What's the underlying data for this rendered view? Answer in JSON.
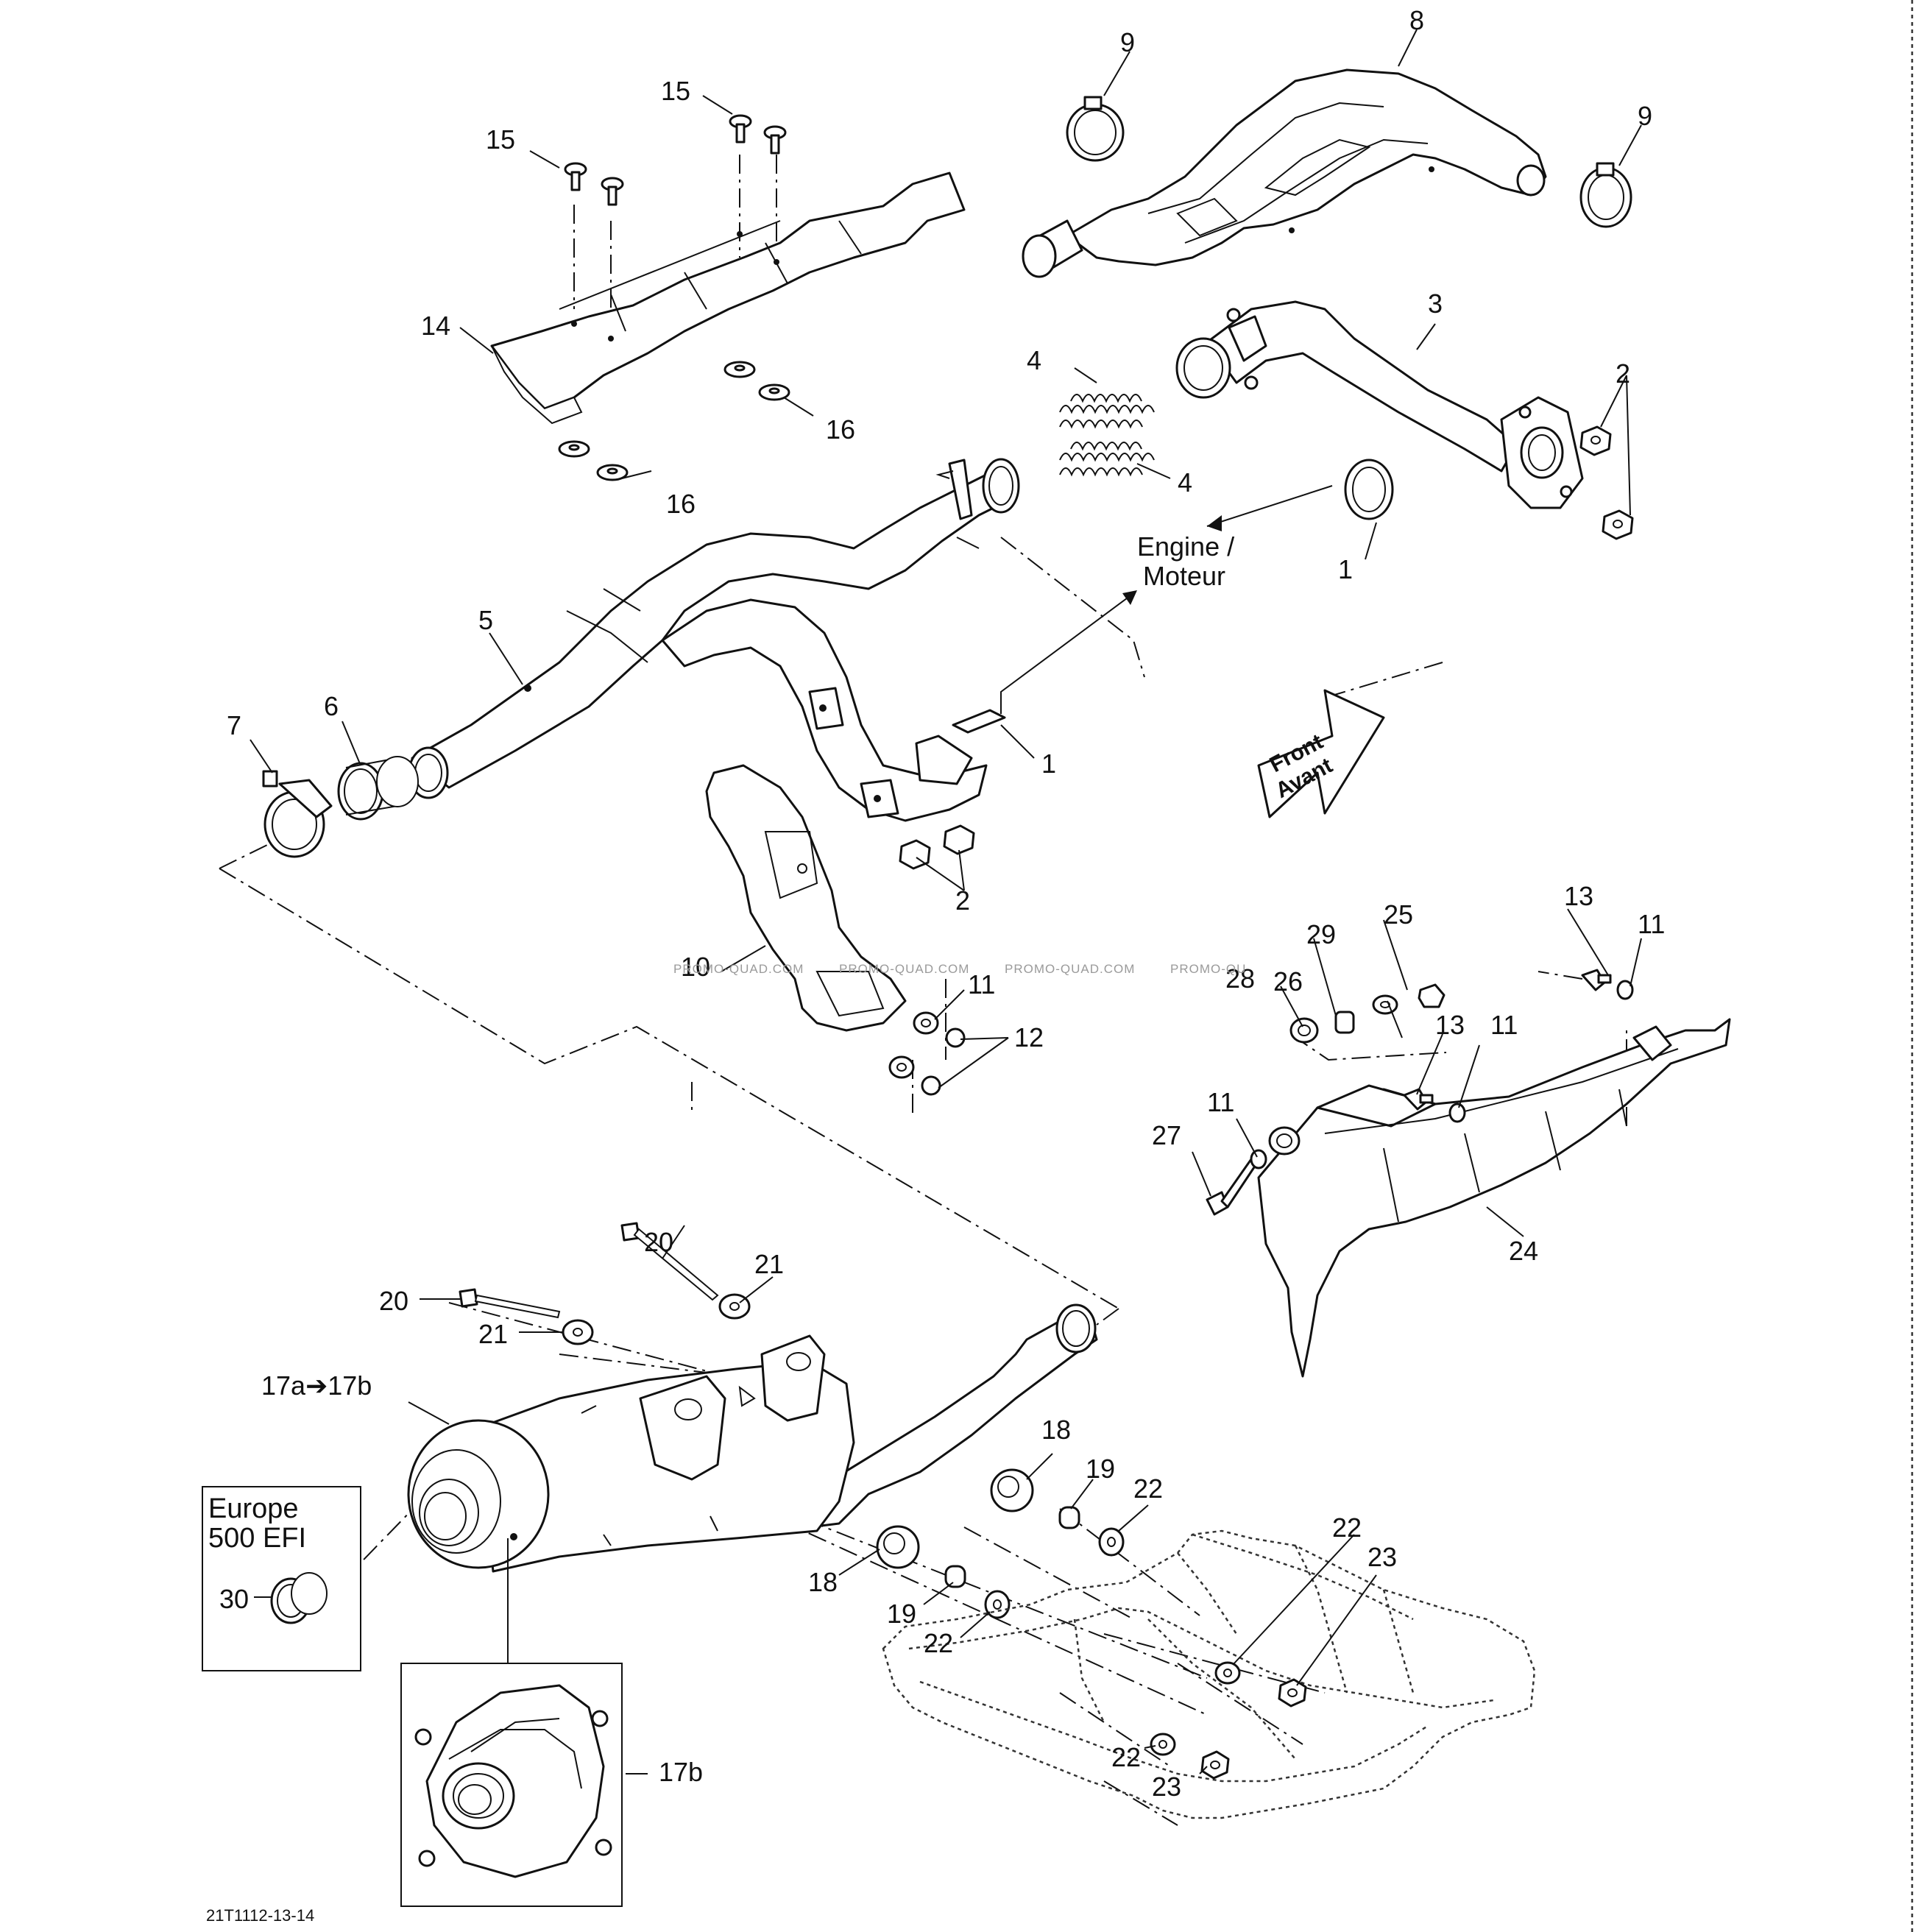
{
  "diagram": {
    "reference_code": "21T1112-13-14",
    "watermark": "PROMO-QUAD.COM",
    "watermark_short": "PROMO-QU",
    "engine_label_line1": "Engine /",
    "engine_label_line2": "Moteur",
    "front_label_line1": "Front",
    "front_label_line2": "Avant",
    "europe_box_line1": "Europe",
    "europe_box_line2": "500 EFI",
    "callouts": {
      "c1a": "1",
      "c1b": "1",
      "c2a": "2",
      "c2b": "2",
      "c3": "3",
      "c4a": "4",
      "c4b": "4",
      "c5": "5",
      "c6": "6",
      "c7": "7",
      "c8": "8",
      "c9a": "9",
      "c9b": "9",
      "c10": "10",
      "c11a": "11",
      "c11b": "11",
      "c11c": "11",
      "c11d": "11",
      "c12": "12",
      "c13a": "13",
      "c13b": "13",
      "c14": "14",
      "c15a": "15",
      "c15b": "15",
      "c16a": "16",
      "c16b": "16",
      "c17": "17a➔17b",
      "c17b": "17b",
      "c18a": "18",
      "c18b": "18",
      "c19a": "19",
      "c19b": "19",
      "c20a": "20",
      "c20b": "20",
      "c21a": "21",
      "c21b": "21",
      "c22a": "22",
      "c22b": "22",
      "c22c": "22",
      "c22d": "22",
      "c23a": "23",
      "c23b": "23",
      "c24": "24",
      "c25": "25",
      "c26": "26",
      "c27": "27",
      "c28": "28",
      "c29": "29",
      "c30": "30"
    }
  }
}
